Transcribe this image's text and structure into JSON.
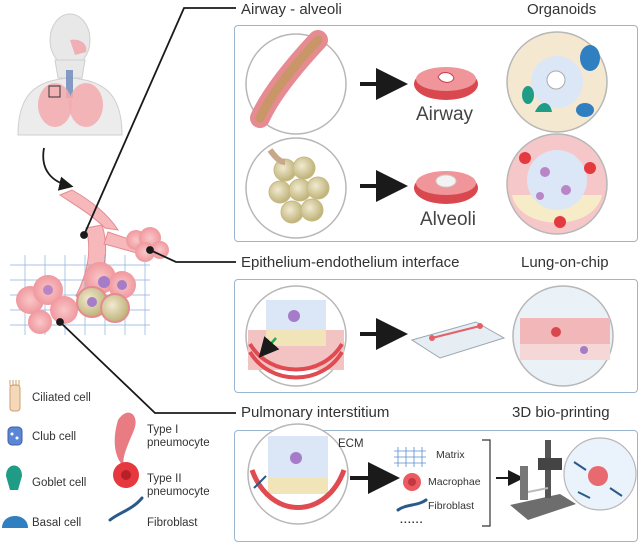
{
  "sections": [
    {
      "title": "Airway - alveoli",
      "model": "Organoids"
    },
    {
      "title": "Epithelium-endothelium interface",
      "model": "Lung-on-chip"
    },
    {
      "title": "Pulmonary interstitium",
      "model": "3D bio-printing"
    }
  ],
  "dish_labels": {
    "airway": "Airway",
    "alveoli": "Alveoli"
  },
  "interstitium": {
    "ecm": "ECM",
    "components": [
      "Matrix",
      "Macrophae",
      "Fibroblast"
    ],
    "ellipsis": "......"
  },
  "legend": [
    {
      "label": "Ciliated cell",
      "icon": "ciliated-cell-icon"
    },
    {
      "label": "Club cell",
      "icon": "club-cell-icon"
    },
    {
      "label": "Goblet cell",
      "icon": "goblet-cell-icon"
    },
    {
      "label": "Basal cell",
      "icon": "basal-cell-icon"
    },
    {
      "label_line1": "Type I",
      "label_line2": "pneumocyte",
      "icon": "type1-pneumocyte-icon"
    },
    {
      "label_line1": "Type II",
      "label_line2": "pneumocyte",
      "icon": "type2-pneumocyte-icon"
    },
    {
      "label": "Fibroblast",
      "icon": "fibroblast-icon"
    }
  ],
  "colors": {
    "panel_border": "#9ab6cf",
    "tissue_pink": "#f3a3a8",
    "alveolus_yellow": "#d8cf9a",
    "dish_red": "#d9474f",
    "cell_blue": "#2f7fc1",
    "arrow": "#1a1a1a"
  }
}
